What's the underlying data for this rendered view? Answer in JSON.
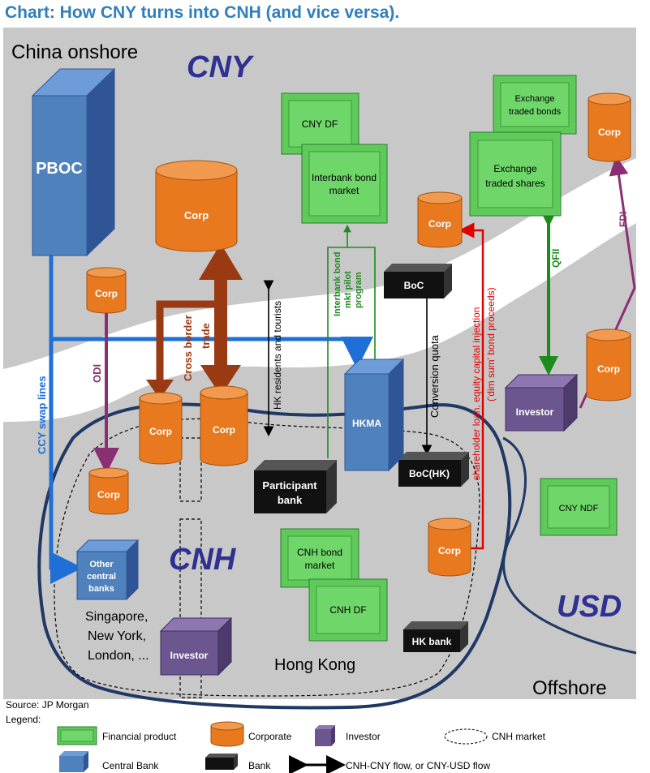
{
  "title": "Chart: How CNY turns into CNH (and vice versa).",
  "regions": {
    "onshore": "China onshore",
    "cny": "CNY",
    "cnh": "CNH",
    "usd": "USD",
    "offshore": "Offshore",
    "hong_kong": "Hong Kong",
    "other_cities": [
      "Singapore,",
      "New York,",
      "London, ..."
    ]
  },
  "nodes": {
    "pboc": "PBOC",
    "corp": "Corp",
    "cny_df": "CNY DF",
    "interbank_bond_market": [
      "Interbank bond",
      "market"
    ],
    "exchange_traded_bonds": [
      "Exchange",
      "traded bonds"
    ],
    "exchange_traded_shares": [
      "Exchange",
      "traded shares"
    ],
    "boc": "BoC",
    "boc_hk": "BoC(HK)",
    "hkma": "HKMA",
    "participant_bank": [
      "Participant",
      "bank"
    ],
    "other_central_banks": [
      "Other",
      "central",
      "banks"
    ],
    "investor": "Investor",
    "cnh_bond_market": [
      "CNH bond",
      "market"
    ],
    "cnh_df": "CNH DF",
    "hk_bank": "HK bank",
    "cny_ndf": "CNY NDF"
  },
  "flows": {
    "ccy_swap_lines": "CCY swap lines",
    "odi": "ODI",
    "cross_border_trade": [
      "Cross border",
      "trade"
    ],
    "hk_residents": "HK residents and tourists",
    "pilot_program": [
      "Interbank bond",
      "mkt pilot",
      "program"
    ],
    "conversion_quota": "Conversion quota",
    "shareholder_loan": [
      "shareholder loan, equity capital injection",
      "('dim sum' bond proceeds)"
    ],
    "qfii": "QFII",
    "fdi": "FDI"
  },
  "source": "Source: JP Morgan",
  "legend": {
    "title": "Legend:",
    "financial_product": "Financial product",
    "corporate": "Corporate",
    "investor": "Investor",
    "cnh_market": "CNH market",
    "central_bank": "Central Bank",
    "bank": "Bank",
    "flow": "CNH-CNY flow, or CNY-USD flow"
  },
  "colors": {
    "title": "#2f7fbf",
    "financial_product": "#5fc95a",
    "corporate": "#e8791e",
    "investor": "#6c5690",
    "central_bank": "#4f81bd",
    "bank": "#111111",
    "region_label": "#2e3192",
    "flow_blue": "#1f6fd6",
    "flow_brown": "#9a3a12",
    "flow_green": "#1d8c1d",
    "flow_purple": "#8b2f73",
    "flow_red": "#e00000",
    "river": "#ffffff",
    "land": "#c8c8c8"
  }
}
